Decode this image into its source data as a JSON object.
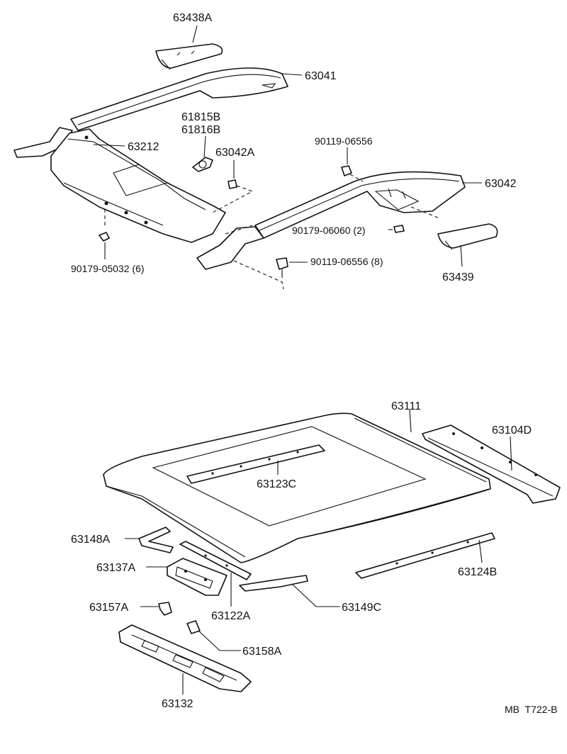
{
  "labels": {
    "p63438A": "63438A",
    "p63041": "63041",
    "p61815B": "61815B",
    "p61816B": "61816B",
    "p63212": "63212",
    "p63042A": "63042A",
    "p90119_06556": "90119-06556",
    "p63042": "63042",
    "p90179_06060": "90179-06060 (2)",
    "p90179_05032": "90179-05032 (6)",
    "p90119_06556_8": "90119-06556 (8)",
    "p63439": "63439",
    "p63111": "63111",
    "p63104D": "63104D",
    "p63123C": "63123C",
    "p63148A": "63148A",
    "p63137A": "63137A",
    "p63124B": "63124B",
    "p63157A": "63157A",
    "p63122A": "63122A",
    "p63149C": "63149C",
    "p63158A": "63158A",
    "p63132": "63132"
  },
  "footer_code": "MB  T722-B"
}
